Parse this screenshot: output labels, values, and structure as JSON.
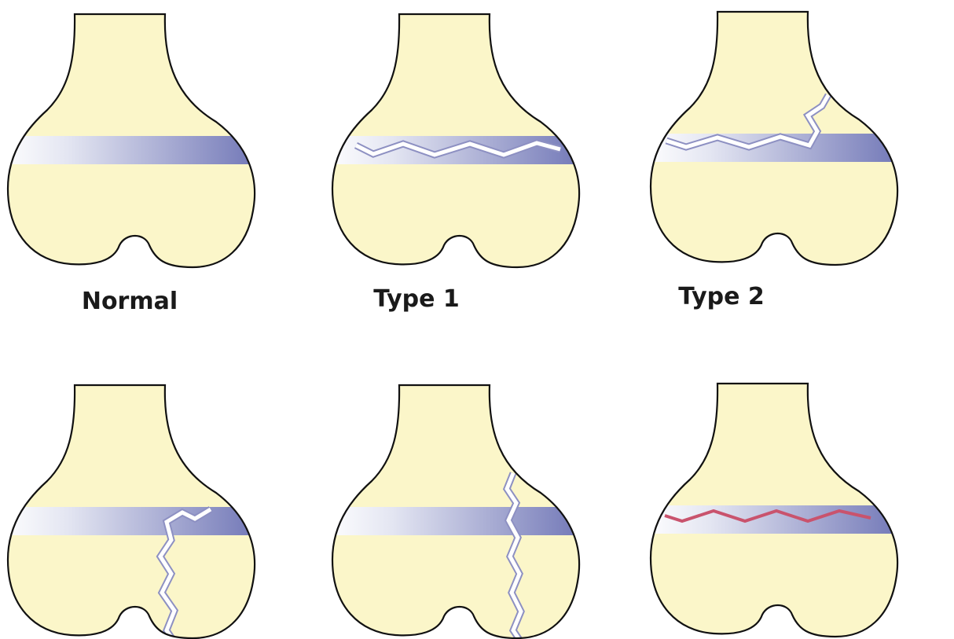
{
  "panels": [
    {
      "id": "normal",
      "label": "Normal",
      "fracture": "none"
    },
    {
      "id": "type1",
      "label": "Type 1",
      "fracture": "through-physis"
    },
    {
      "id": "type2",
      "label": "Type 2",
      "fracture": "physis-and-metaphysis"
    },
    {
      "id": "type3",
      "label": "",
      "fracture": "physis-and-epiphysis"
    },
    {
      "id": "type4",
      "label": "",
      "fracture": "metaphysis-physis-epiphysis"
    },
    {
      "id": "type5",
      "label": "",
      "fracture": "crush-of-physis"
    }
  ],
  "colors": {
    "bone_fill": "#fbf6c9",
    "bone_outline": "#111111",
    "physis_light": "#ffffff",
    "physis_dark": "#6c72b4",
    "crack_fill": "#ffffff",
    "crack_edge": "#8d90c2",
    "crush_line": "#c9536d"
  }
}
